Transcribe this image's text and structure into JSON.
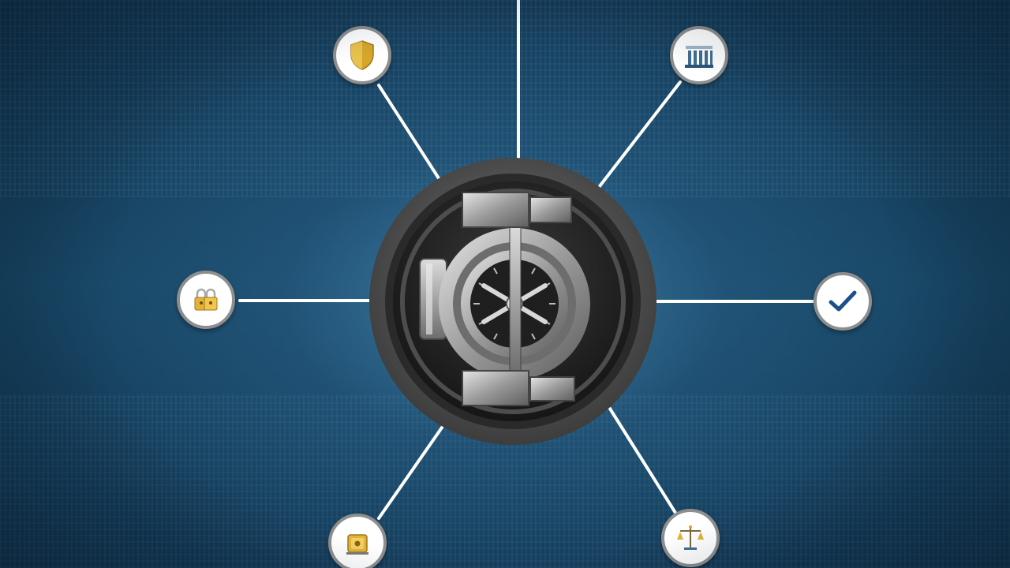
{
  "scene": {
    "center": {
      "icon": "bank-vault-door-icon"
    },
    "nodes": [
      {
        "id": "top-left",
        "icon": "gold-shield-icon"
      },
      {
        "id": "top-right",
        "icon": "bank-columns-icon"
      },
      {
        "id": "middle-left",
        "icon": "padlocks-icon"
      },
      {
        "id": "middle-right",
        "icon": "checkmark-icon"
      },
      {
        "id": "bottom-left",
        "icon": "safe-box-icon"
      },
      {
        "id": "bottom-right",
        "icon": "balance-scale-icon"
      }
    ],
    "colors": {
      "background": "#174563",
      "connector": "#ffffff",
      "node_border": "#8e8e8e",
      "gold": "#d4a62a",
      "check_blue": "#1d4f8a"
    }
  }
}
